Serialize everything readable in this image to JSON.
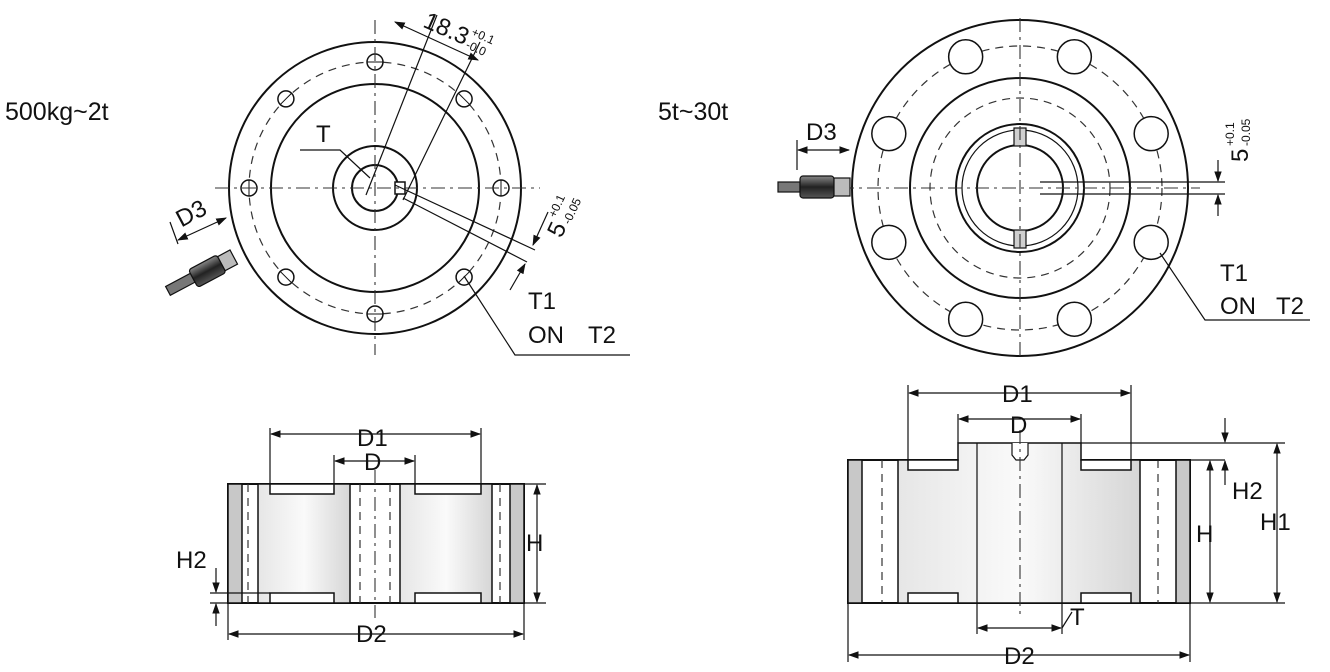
{
  "left_drawing": {
    "range_label": "500kg~2t",
    "label_T": "T",
    "label_D3": "D3",
    "dim_18_3": "18.3",
    "dim_18_3_tol_upper": "+0.1",
    "dim_18_3_tol_lower": "-0.0",
    "dim_5": "5",
    "dim_5_tol_upper": "+0.1",
    "dim_5_tol_lower": "-0.05",
    "note_T1": "T1",
    "note_on": "ON",
    "note_T2": "T2",
    "label_D1": "D1",
    "label_D": "D",
    "label_D2": "D2",
    "label_H": "H",
    "label_H2": "H2"
  },
  "right_drawing": {
    "range_label": "5t~30t",
    "label_D3": "D3",
    "dim_5": "5",
    "dim_5_tol_upper": "+0.1",
    "dim_5_tol_lower": "-0.05",
    "note_T1": "T1",
    "note_on": "ON",
    "note_T2": "T2",
    "label_D1": "D1",
    "label_D": "D",
    "label_D2": "D2",
    "label_H": "H",
    "label_H1": "H1",
    "label_H2": "H2",
    "label_T": "T"
  }
}
